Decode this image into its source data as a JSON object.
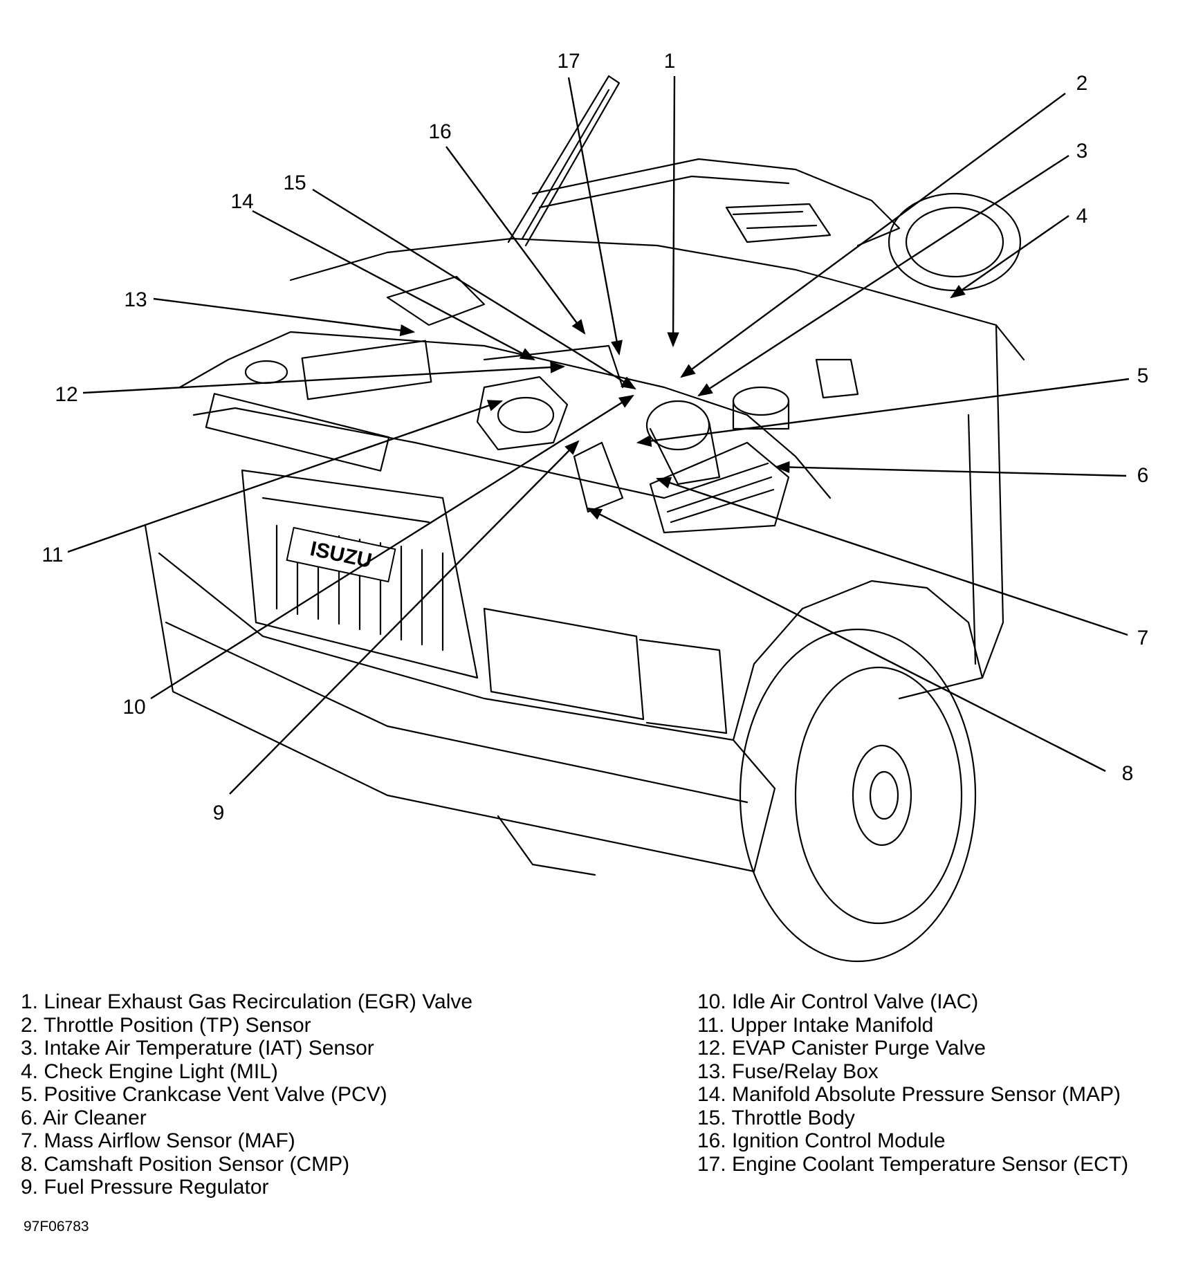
{
  "callouts": [
    "1",
    "2",
    "3",
    "4",
    "5",
    "6",
    "7",
    "8",
    "9",
    "10",
    "11",
    "12",
    "13",
    "14",
    "15",
    "16",
    "17"
  ],
  "vehicle_badge": "ISUZU",
  "legend_left": [
    "1. Linear Exhaust Gas Recirculation (EGR) Valve",
    "2. Throttle Position (TP) Sensor",
    "3. Intake Air Temperature (IAT) Sensor",
    "4. Check Engine Light (MIL)",
    "5. Positive Crankcase Vent Valve (PCV)",
    "6. Air Cleaner",
    "7. Mass Airflow Sensor (MAF)",
    "8. Camshaft Position Sensor (CMP)",
    "9. Fuel Pressure Regulator"
  ],
  "legend_right": [
    "10. Idle Air Control Valve (IAC)",
    "11. Upper Intake Manifold",
    "12. EVAP Canister Purge Valve",
    "13. Fuse/Relay Box",
    "14. Manifold Absolute Pressure Sensor (MAP)",
    "15. Throttle Body",
    "16. Ignition Control Module",
    "17. Engine Coolant Temperature Sensor (ECT)"
  ],
  "figure_code": "97F06783"
}
